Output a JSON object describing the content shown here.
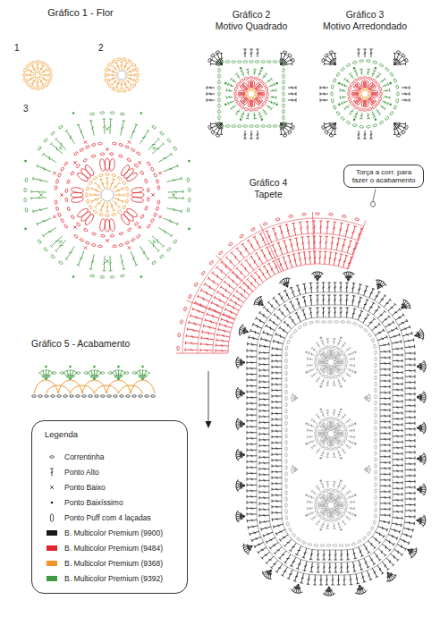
{
  "diagram": {
    "nodes": [
      {
        "text": [
          "Torça a corr. para fazer o acabamento"
        ]
      },
      {
        "text": [
          "Legenda"
        ]
      }
    ],
    "labels": [
      "Gráfico 1 - Flor",
      "1",
      "2",
      "3",
      "Gráfico 2",
      "Motivo Quadrado",
      "Gráfico 3",
      "Motivo Arredondado",
      "Gráfico 4",
      "Tapete",
      "Gráfico 5 - Acabamento"
    ],
    "legend": [
      {
        "text": "Correntinha"
      },
      {
        "text": "Ponto Alto"
      },
      {
        "text": "Ponto Baixo"
      },
      {
        "text": "Ponto Baixíssimo"
      },
      {
        "text": "Ponto Puff com 4 laçadas"
      },
      {
        "text": "B. Multicolor Premium (9900)",
        "color": "#1a1a1a"
      },
      {
        "text": "B. Multicolor Premium (9484)",
        "color": "#e2262d"
      },
      {
        "text": "B. Multicolor Premium (9368)",
        "color": "#f0962a"
      },
      {
        "text": "B. Multicolor Premium (9392)",
        "color": "#3f9b3f"
      }
    ]
  }
}
